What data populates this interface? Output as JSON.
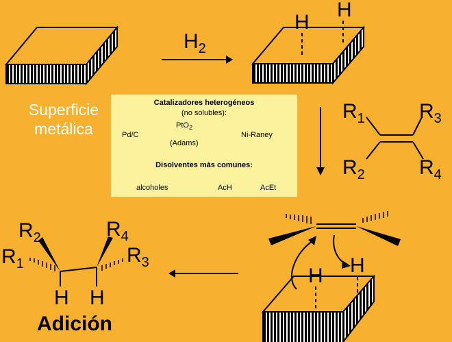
{
  "molecule_labels": {
    "h2_reagent": "H",
    "h2_subscript": "2",
    "surface_top_h_left": "H",
    "surface_top_h_right": "H",
    "surface_bottom_h_left": "H",
    "surface_bottom_h_right": "H",
    "alkene": [
      {
        "letter": "R",
        "index": "1"
      },
      {
        "letter": "R",
        "index": "3"
      },
      {
        "letter": "R",
        "index": "2"
      },
      {
        "letter": "R",
        "index": "4"
      }
    ],
    "product": [
      {
        "letter": "R",
        "index": "2"
      },
      {
        "letter": "R",
        "index": "4"
      },
      {
        "letter": "R",
        "index": "1"
      },
      {
        "letter": "R",
        "index": "3"
      }
    ],
    "product_h_left": "H",
    "product_h_right": "H"
  },
  "surface_label": {
    "line1": "Superficie",
    "line2": "metálica"
  },
  "catalyst_box": {
    "title": "Catalizadores heterogéneos",
    "subtitle": "(no solubles):",
    "catalyst_pdc": "Pd/C",
    "catalyst_pto2_base": "PtO",
    "catalyst_pto2_sub": "2",
    "catalyst_adams": "(Adams)",
    "catalyst_niraney": "Ni-Raney",
    "solvents_title": "Disolventes más comunes:",
    "solvents": [
      "alcoholes",
      "AcH",
      "AcEt"
    ]
  },
  "footer": {
    "adicion": "Adición"
  },
  "colors": {
    "background": "#f7b12e",
    "box": "#fcf19d",
    "text": "#000000",
    "surface_text": "#ffffff"
  }
}
